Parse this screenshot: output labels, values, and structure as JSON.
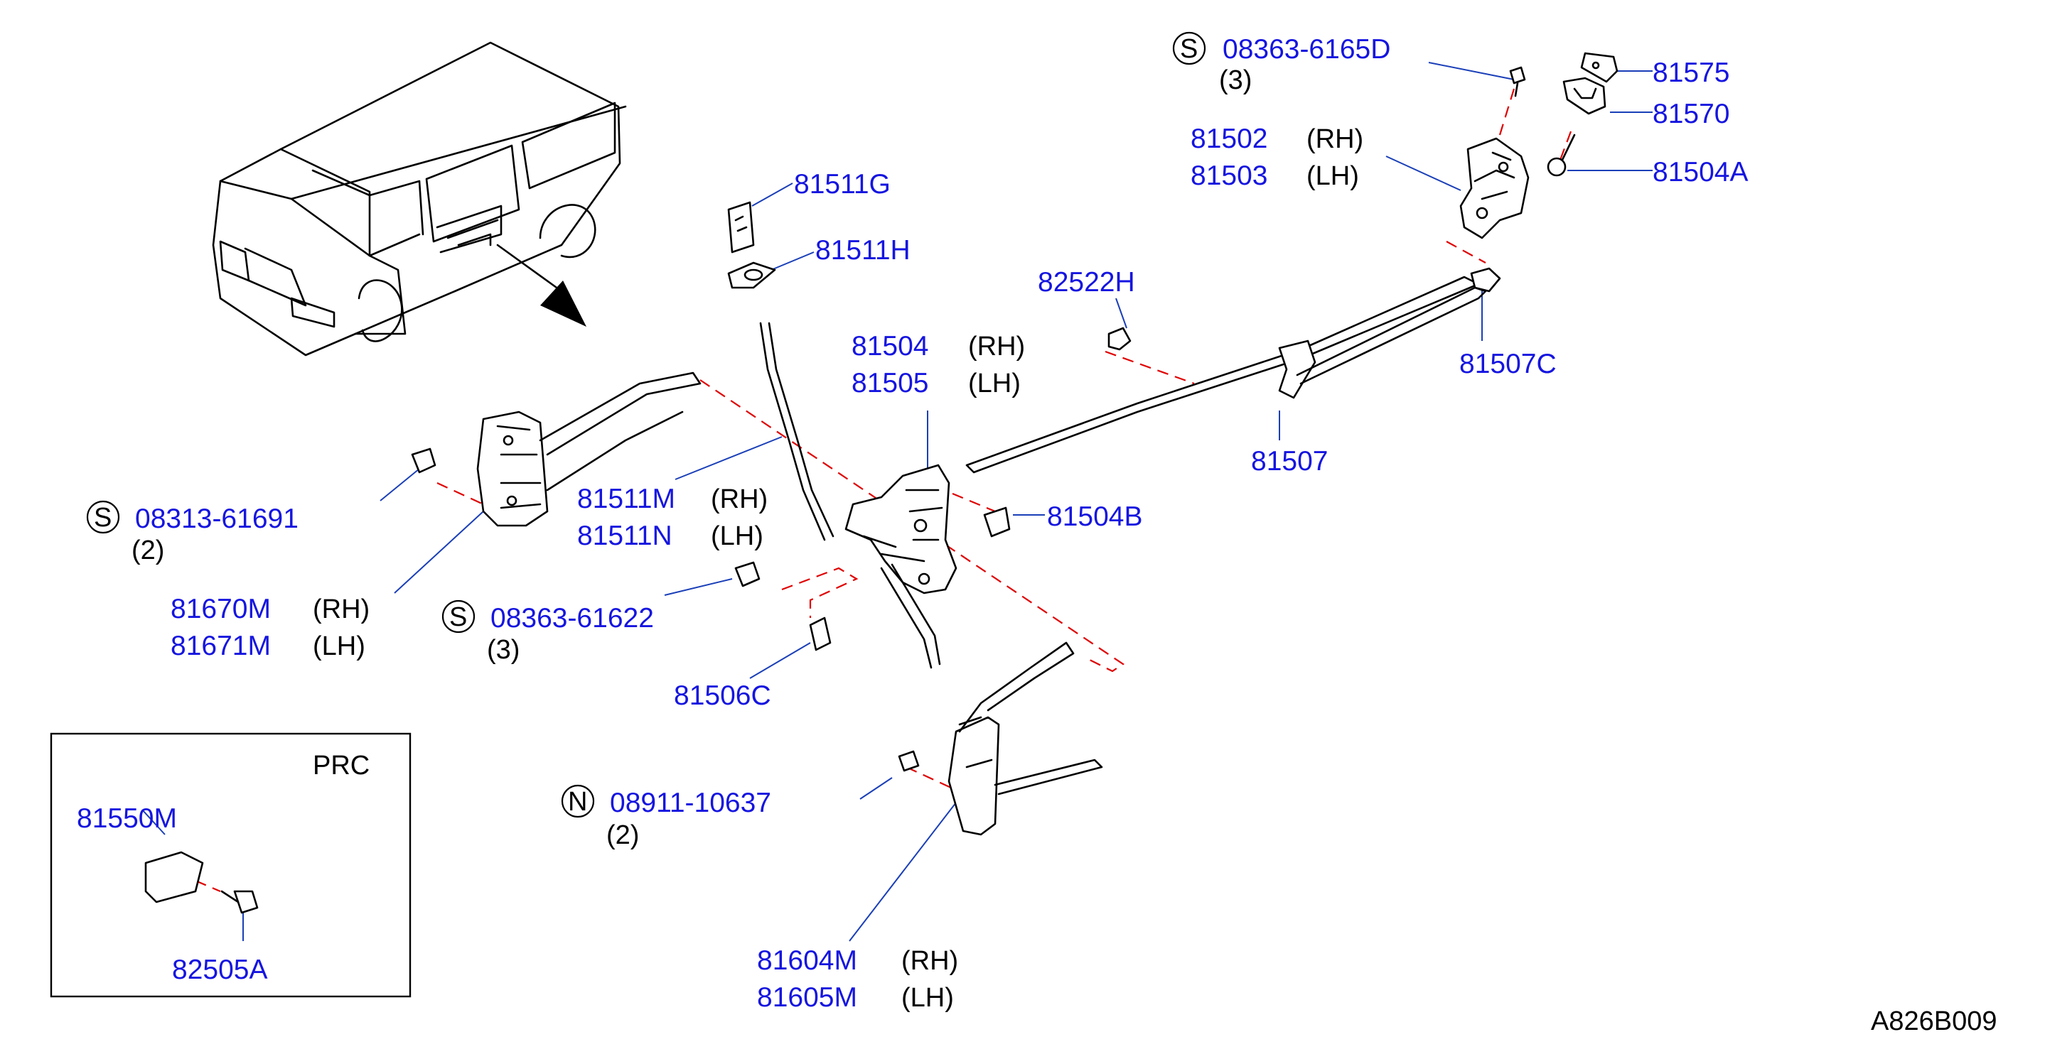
{
  "diagram_id": "A826B009",
  "qualifiers": {
    "rh": "(RH)",
    "lh": "(LH)"
  },
  "inset": {
    "title": "PRC",
    "part_a": "81550M",
    "part_b": "82505A"
  },
  "callouts": {
    "p81575": "81575",
    "p81570": "81570",
    "p81504A": "81504A",
    "p81502": "81502",
    "p81503": "81503",
    "s0836361650": {
      "symbol": "S",
      "number": "08363-6165D",
      "qty": "(3)"
    },
    "p81511G": "81511G",
    "p81511H": "81511H",
    "p82522H": "82522H",
    "p81507C": "81507C",
    "p81504": "81504",
    "p81505": "81505",
    "p81507": "81507",
    "p81504B": "81504B",
    "p81511M": "81511M",
    "p81511N": "81511N",
    "s0831361691": {
      "symbol": "S",
      "number": "08313-61691",
      "qty": "(2)"
    },
    "p81670M": "81670M",
    "p81671M": "81671M",
    "s0836361622": {
      "symbol": "S",
      "number": "08363-61622",
      "qty": "(3)"
    },
    "p81506C": "81506C",
    "n0891110637": {
      "symbol": "N",
      "number": "08911-10637",
      "qty": "(2)"
    },
    "p81604M": "81604M",
    "p81605M": "81605M"
  }
}
